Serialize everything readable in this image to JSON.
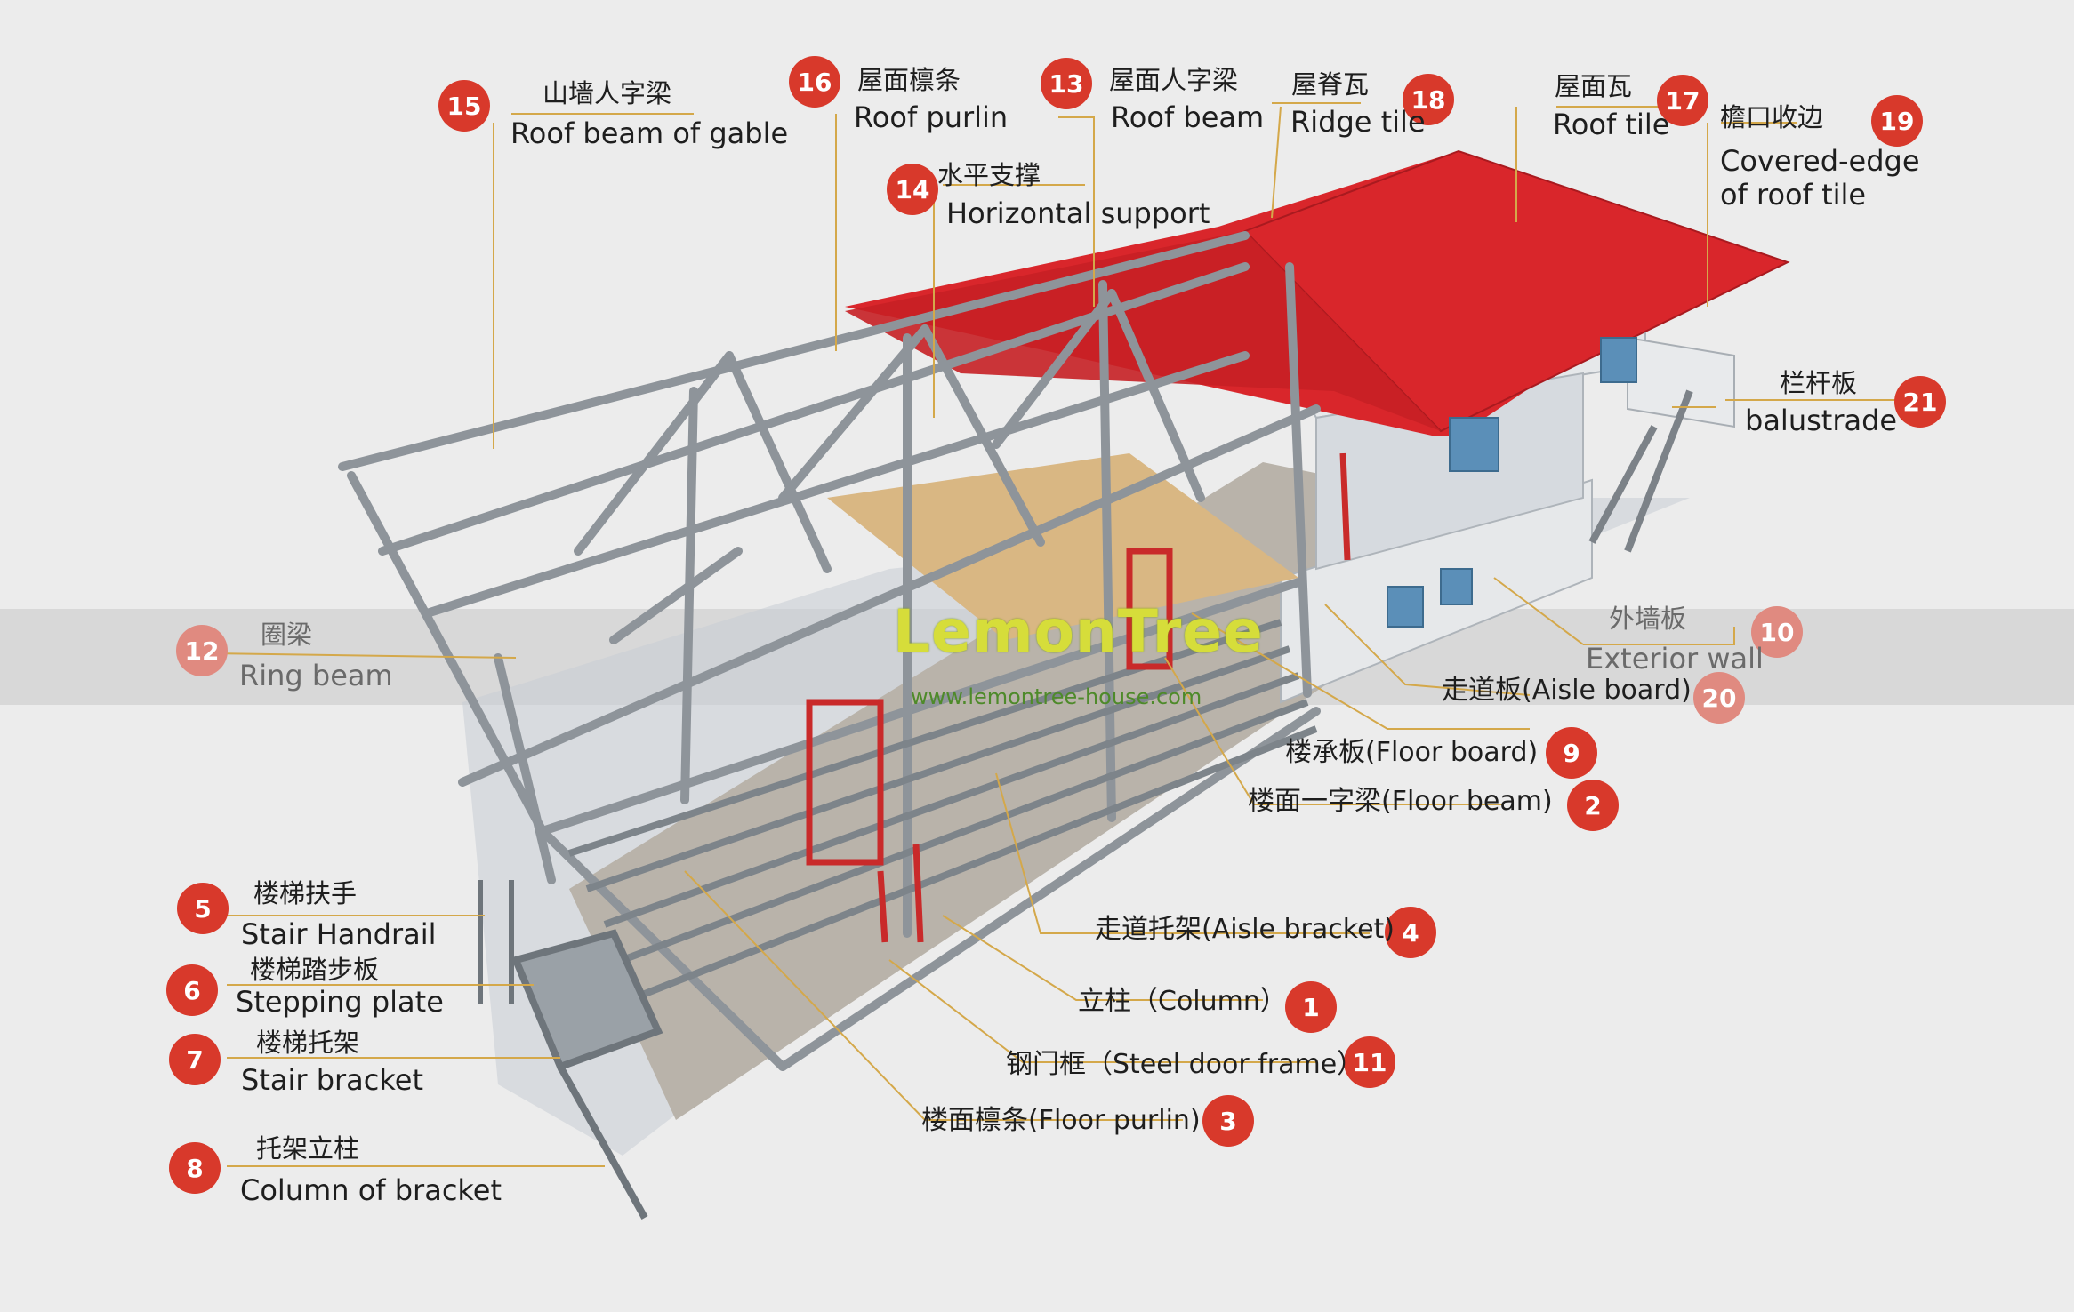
{
  "labels": [
    {
      "no": "15",
      "zh": "山墙人字梁",
      "en": "Roof beam of gable"
    },
    {
      "no": "16",
      "zh": "屋面檩条",
      "en": "Roof purlin"
    },
    {
      "no": "13",
      "zh": "屋面人字梁",
      "en": "Roof beam"
    },
    {
      "no": "18",
      "zh": "屋脊瓦",
      "en": "Ridge tile"
    },
    {
      "no": "17",
      "zh": "屋面瓦",
      "en": "Roof tile"
    },
    {
      "no": "19",
      "zh": "檐口收边",
      "en": "Covered-edge of roof tile"
    },
    {
      "no": "14",
      "zh": "水平支撑",
      "en": "Horizontal support"
    },
    {
      "no": "21",
      "zh": "栏杆板",
      "en": "balustrade"
    },
    {
      "no": "12",
      "zh": "圈梁",
      "en": "Ring beam"
    },
    {
      "no": "10",
      "zh": "外墙板",
      "en": "Exterior wall"
    },
    {
      "no": "20",
      "zh": "走道板(Aisle board)",
      "en": ""
    },
    {
      "no": "9",
      "zh": "楼承板(Floor board)",
      "en": ""
    },
    {
      "no": "2",
      "zh": "楼面一字梁(Floor beam)",
      "en": ""
    },
    {
      "no": "4",
      "zh": "走道托架(Aisle bracket)",
      "en": ""
    },
    {
      "no": "1",
      "zh": "立柱（Column）",
      "en": ""
    },
    {
      "no": "11",
      "zh": "钢门框（Steel door frame）",
      "en": ""
    },
    {
      "no": "3",
      "zh": "楼面檩条(Floor purlin)",
      "en": ""
    },
    {
      "no": "5",
      "zh": "楼梯扶手",
      "en": "Stair Handrail"
    },
    {
      "no": "6",
      "zh": "楼梯踏步板",
      "en": "Stepping plate"
    },
    {
      "no": "7",
      "zh": "楼梯托架",
      "en": "Stair bracket"
    },
    {
      "no": "8",
      "zh": "托架立柱",
      "en": "Column of bracket"
    }
  ],
  "brand": {
    "name": "LemonTree",
    "url": "www.lemontree-house.com"
  },
  "colors": {
    "badge": "#d8392b",
    "leader": "#d4a84a",
    "roof": "#d9262b",
    "steel": "#8e949a"
  }
}
